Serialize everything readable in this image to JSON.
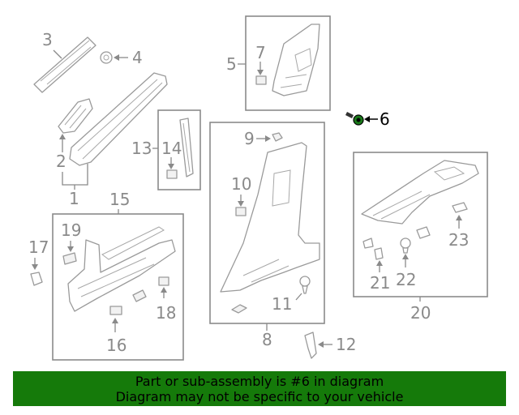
{
  "callouts": {
    "c1": "1",
    "c2": "2",
    "c3": "3",
    "c4": "4",
    "c5": "5",
    "c6": "6",
    "c7": "7",
    "c8": "8",
    "c9": "9",
    "c10": "10",
    "c11": "11",
    "c12": "12",
    "c13": "13",
    "c14": "14",
    "c15": "15",
    "c16": "16",
    "c17": "17",
    "c18": "18",
    "c19": "19",
    "c20": "20",
    "c21": "21",
    "c22": "22",
    "c23": "23"
  },
  "highlighted_part": "6",
  "colors": {
    "banner_bg": "#157a0a",
    "highlight": "#1a7a1a",
    "line_gray": "#8a8a8a",
    "text_black": "#000000"
  },
  "footer": {
    "line1": "Part or sub-assembly is #6 in diagram",
    "line2": "Diagram may not be specific to your vehicle"
  }
}
